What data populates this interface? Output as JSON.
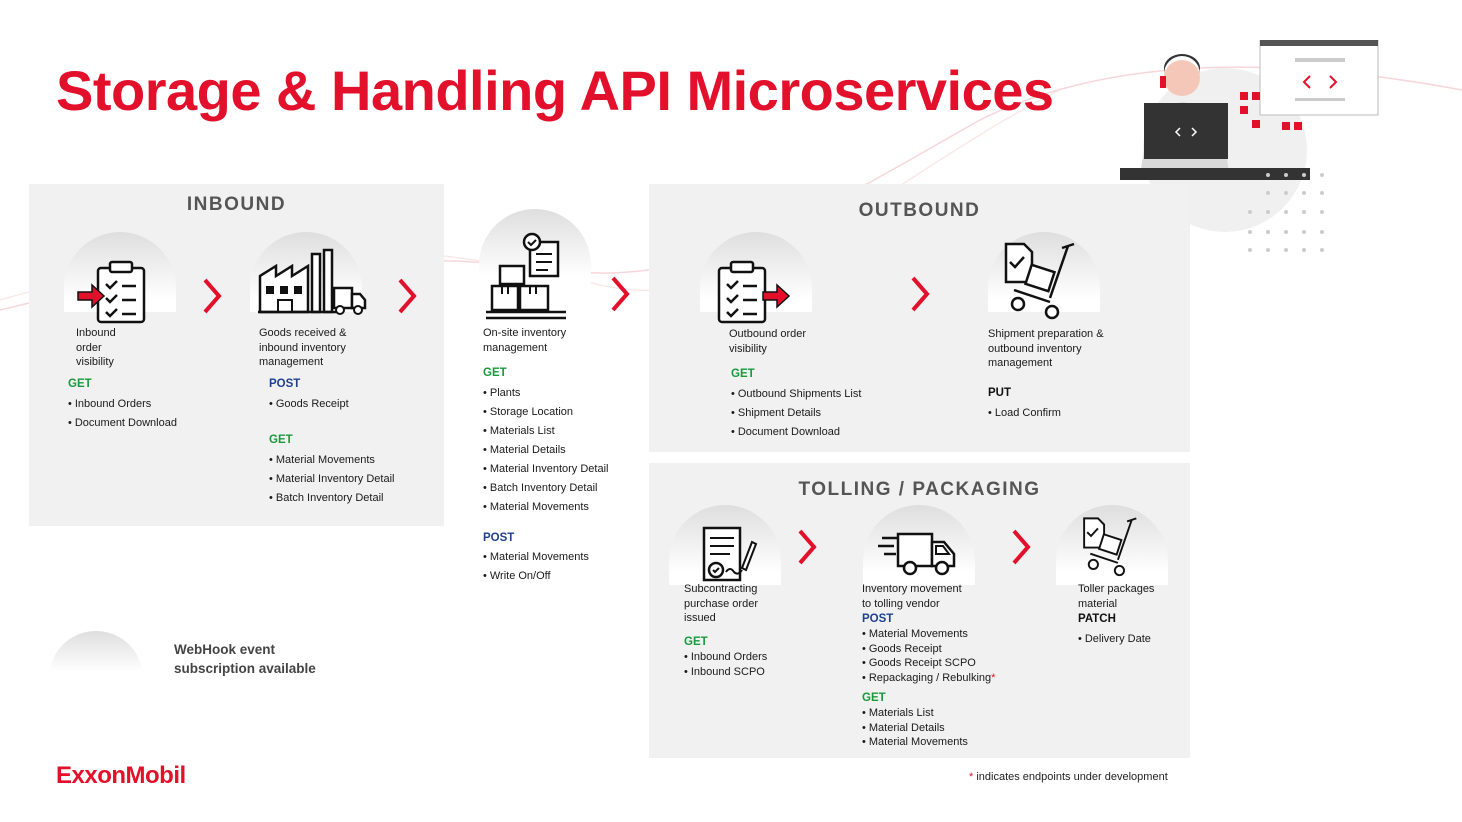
{
  "title": "Storage & Handling API Microservices",
  "colors": {
    "accent": "#e3102b",
    "get": "#1a9a3c",
    "post": "#1f3f8f",
    "panel": "#f1f1f1"
  },
  "inbound": {
    "title": "INBOUND",
    "step1": {
      "caption": [
        "Inbound",
        "order",
        "visibility"
      ],
      "icon": "clipboard-in-icon",
      "get_label": "GET",
      "get": [
        "Inbound Orders",
        "Document Download"
      ]
    },
    "step2": {
      "caption": [
        "Goods received &",
        "inbound inventory",
        "management"
      ],
      "icon": "factory-icon",
      "post_label": "POST",
      "post": [
        "Goods Receipt"
      ],
      "get_label": "GET",
      "get": [
        "Material Movements",
        "Material Inventory Detail",
        "Batch Inventory Detail"
      ]
    }
  },
  "onsite": {
    "caption": [
      "On-site inventory",
      "management"
    ],
    "icon": "warehouse-boxes-icon",
    "get_label": "GET",
    "get": [
      "Plants",
      "Storage Location",
      "Materials List",
      "Material Details",
      "Material Inventory Detail",
      "Batch Inventory Detail",
      "Material Movements"
    ],
    "post_label": "POST",
    "post": [
      "Material Movements",
      "Write On/Off"
    ]
  },
  "outbound": {
    "title": "OUTBOUND",
    "step1": {
      "caption": [
        "Outbound order",
        "visibility"
      ],
      "icon": "clipboard-out-icon",
      "get_label": "GET",
      "get": [
        "Outbound Shipments List",
        "Shipment Details",
        "Document Download"
      ]
    },
    "step2": {
      "caption": [
        "Shipment preparation &",
        "outbound inventory",
        "management"
      ],
      "icon": "hand-truck-icon",
      "put_label": "PUT",
      "put": [
        "Load Confirm"
      ]
    }
  },
  "tolling": {
    "title": "TOLLING / PACKAGING",
    "step1": {
      "caption": [
        "Subcontracting",
        "purchase order",
        "issued"
      ],
      "icon": "signed-document-icon",
      "get_label": "GET",
      "get": [
        "Inbound Orders",
        "Inbound SCPO"
      ]
    },
    "step2": {
      "caption": [
        "Inventory movement",
        "to tolling vendor"
      ],
      "icon": "delivery-truck-icon",
      "post_label": "POST",
      "post": [
        "Material Movements",
        "Goods Receipt",
        "Goods Receipt SCPO",
        "Repackaging / Rebulking"
      ],
      "get_label": "GET",
      "get": [
        "Materials List",
        "Material Details",
        "Material Movements"
      ]
    },
    "step3": {
      "caption": [
        "Toller packages",
        "material"
      ],
      "icon": "hand-truck-icon",
      "patch_label": "PATCH",
      "patch": [
        "Delivery Date"
      ]
    }
  },
  "legend": {
    "line1": "WebHook event",
    "line2": "subscription available"
  },
  "footnote": {
    "asterisk": "*",
    "text": " indicates endpoints under development"
  },
  "brand": "ExxonMobil"
}
